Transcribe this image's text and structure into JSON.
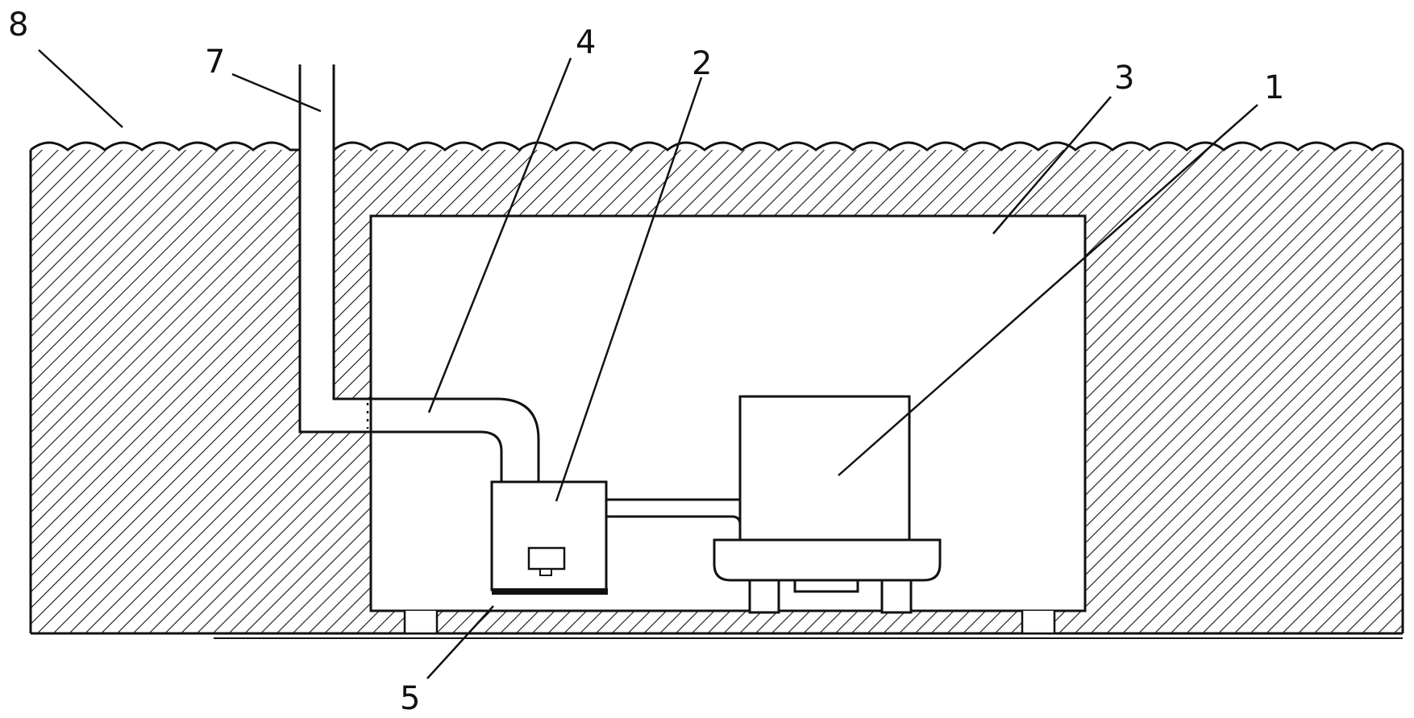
{
  "labels": {
    "l1": "1",
    "l2": "2",
    "l3": "3",
    "l4": "4",
    "l5": "5",
    "l7": "7",
    "l8": "8"
  },
  "colors": {
    "ink": "#111111",
    "background": "#ffffff"
  }
}
